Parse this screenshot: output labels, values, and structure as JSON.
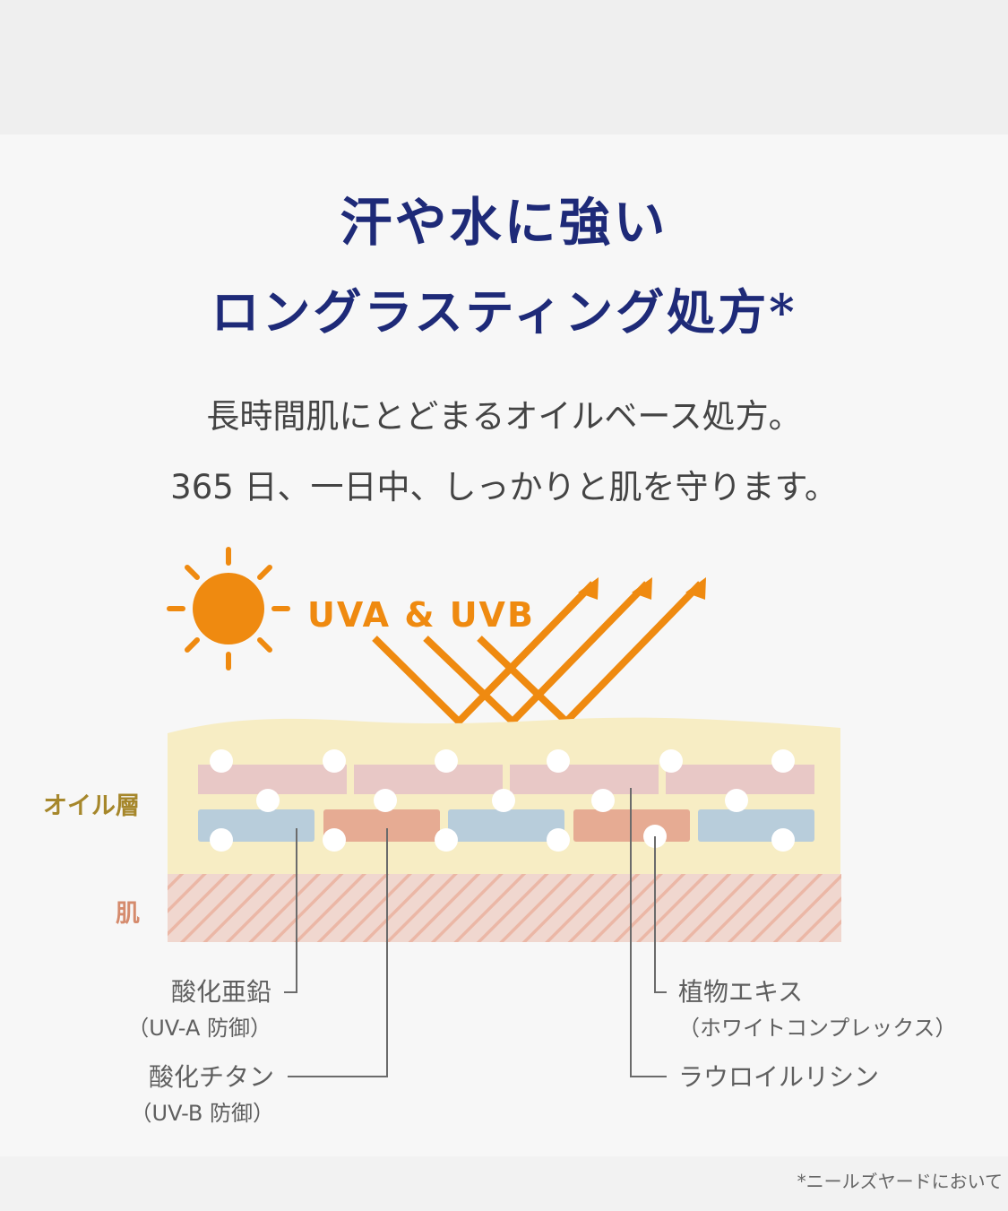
{
  "header": {
    "title_line1": "汗や水に強い",
    "title_line2": "ロングラスティング処方*"
  },
  "description": {
    "line1": "長時間肌にとどまるオイルベース処方。",
    "line2": "365 日、一日中、しっかりと肌を守ります。"
  },
  "diagram": {
    "uv_label": "UVA & UVB",
    "oil_layer_label": "オイル層",
    "skin_label": "肌",
    "zinc_oxide_label": "酸化亜鉛",
    "zinc_oxide_sub": "（UV-A 防御）",
    "titanium_dioxide_label": "酸化チタン",
    "titanium_dioxide_sub": "（UV-B 防御）",
    "plant_extract_label": "植物エキス",
    "plant_extract_sub": "（ホワイトコンプレックス）",
    "lauroyl_lysine_label": "ラウロイルリシン",
    "colors": {
      "sun": "#ef8a10",
      "uv": "#ef8a10",
      "oil_layer": "#f7edc4",
      "pink_bar": "#e8c8c6",
      "blue_bar": "#b8cddb",
      "orange_bar": "#e6ab93",
      "skin": "#f0d7cf",
      "skin_stripe": "#ebb7a6",
      "oil_label": "#a6872b",
      "skin_text": "#d58b6d",
      "title": "#1e2a78"
    }
  },
  "footer": {
    "note": "*ニールズヤードにおいて"
  }
}
